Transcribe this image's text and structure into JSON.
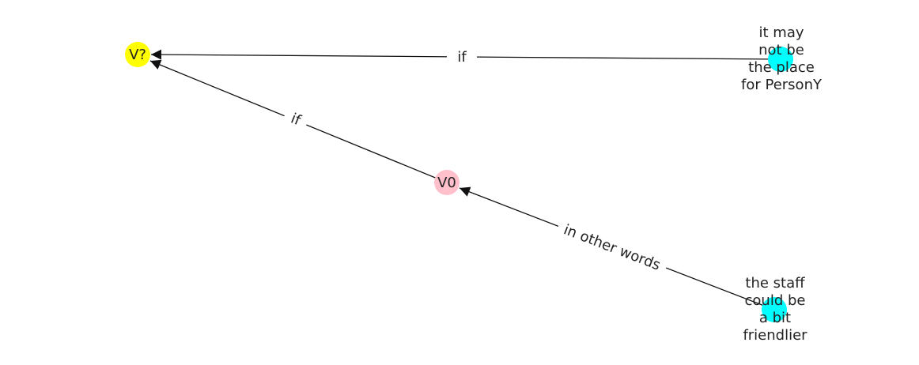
{
  "graph": {
    "nodes": [
      {
        "id": "vq",
        "label": "V?",
        "color": "#ffff00"
      },
      {
        "id": "v0",
        "label": "V0",
        "color": "#ffc0cb"
      },
      {
        "id": "n1",
        "label_lines": [
          "it may",
          "not be",
          "the place",
          "for PersonY"
        ],
        "color": "#00ffff"
      },
      {
        "id": "n2",
        "label_lines": [
          "the staff",
          "could be",
          "a bit",
          "friendlier"
        ],
        "color": "#00ffff"
      }
    ],
    "edges": [
      {
        "from": "n1",
        "to": "vq",
        "label": "if"
      },
      {
        "from": "v0",
        "to": "vq",
        "label": "if"
      },
      {
        "from": "n2",
        "to": "v0",
        "label": "in other words"
      }
    ]
  }
}
